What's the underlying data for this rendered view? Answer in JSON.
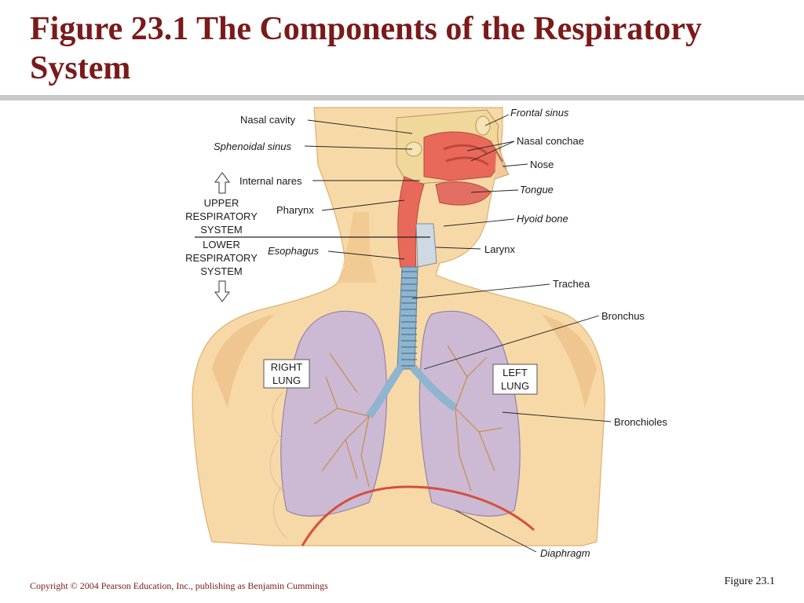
{
  "title": "Figure 23.1  The Components of the Respiratory System",
  "diagram": {
    "labels_left": {
      "nasal_cavity": "Nasal cavity",
      "sphenoidal_sinus": "Sphenoidal sinus",
      "internal_nares": "Internal nares",
      "pharynx": "Pharynx",
      "esophagus": "Esophagus"
    },
    "labels_right": {
      "frontal_sinus": "Frontal sinus",
      "nasal_conchae": "Nasal conchae",
      "nose": "Nose",
      "tongue": "Tongue",
      "hyoid_bone": "Hyoid bone",
      "larynx": "Larynx",
      "trachea": "Trachea",
      "bronchus": "Bronchus",
      "bronchioles": "Bronchioles",
      "diaphragm": "Diaphragm"
    },
    "upper_system": [
      "UPPER",
      "RESPIRATORY",
      "SYSTEM"
    ],
    "lower_system": [
      "LOWER",
      "RESPIRATORY",
      "SYSTEM"
    ],
    "right_lung": [
      "RIGHT",
      "LUNG"
    ],
    "left_lung": [
      "LEFT",
      "LUNG"
    ],
    "colors": {
      "skin": "#f7d9a8",
      "skin_shadow": "#e9b77a",
      "airway": "#e8695a",
      "lung": "#c9b8d8",
      "trachea": "#8fb4cf",
      "bronchiole": "#c98a4a",
      "diaphragm": "#d4503c"
    }
  },
  "footer": {
    "copyright": "Copyright © 2004 Pearson Education, Inc., publishing as Benjamin Cummings",
    "figure_ref": "Figure 23.1"
  }
}
